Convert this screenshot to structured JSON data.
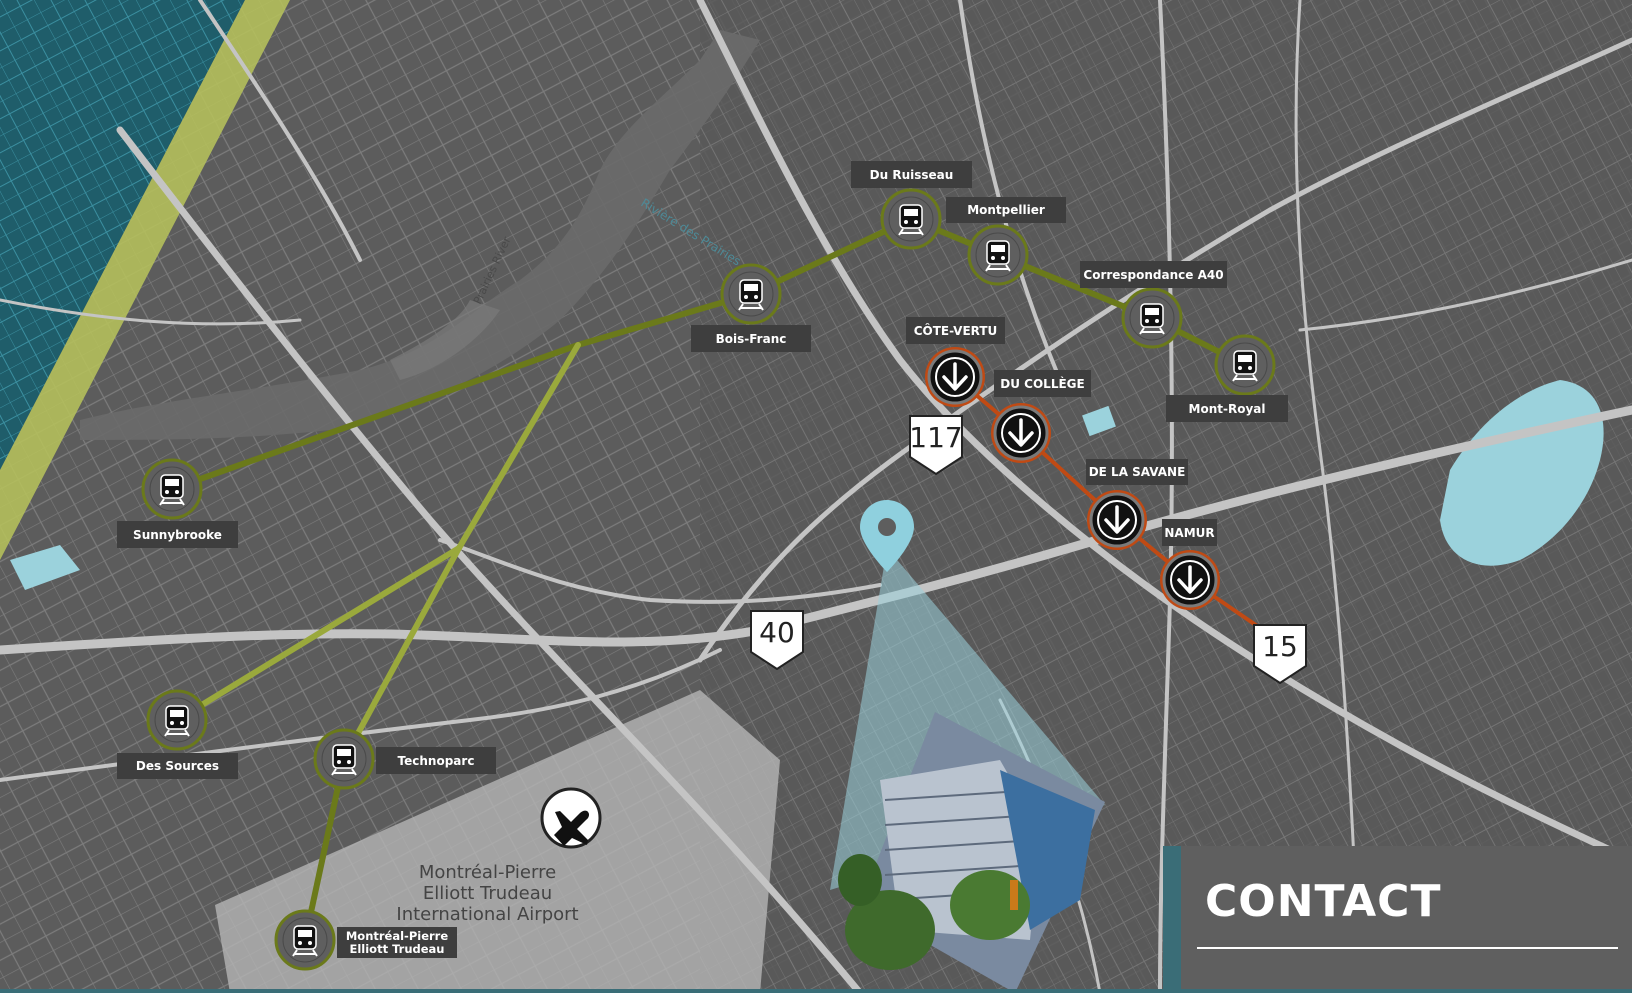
{
  "map": {
    "colors": {
      "background": "#5e5e5e",
      "roads": "#bdbdbd",
      "water": "#9bd2dc",
      "train_line": "#6b7a1a",
      "train_line_fade": "#a9b84a",
      "metro_line": "#c04a14",
      "marker": "#8fd0de",
      "highlight_blue": "#2f7f93",
      "highlight_yellow": "#c8d25a"
    },
    "river_label": "Rivière des Prairies",
    "river_label2": "Prairies River",
    "airport_name": "Montréal-Pierre Elliott Trudeau International Airport",
    "train_stations": [
      {
        "id": "du-ruisseau",
        "label": "Du Ruisseau"
      },
      {
        "id": "montpellier",
        "label": "Montpellier"
      },
      {
        "id": "bois-franc",
        "label": "Bois-Franc"
      },
      {
        "id": "correspondance-a40",
        "label": "Correspondance A40"
      },
      {
        "id": "mont-royal",
        "label": "Mont-Royal"
      },
      {
        "id": "sunnybrooke",
        "label": "Sunnybrooke"
      },
      {
        "id": "des-sources",
        "label": "Des Sources"
      },
      {
        "id": "technoparc",
        "label": "Technoparc"
      },
      {
        "id": "yul",
        "label": "Montréal-Pierre Elliott Trudeau"
      }
    ],
    "metro_stations": [
      {
        "id": "cote-vertu",
        "label": "CÔTE-VERTU"
      },
      {
        "id": "du-college",
        "label": "DU COLLÈGE"
      },
      {
        "id": "de-la-savane",
        "label": "DE LA SAVANE"
      },
      {
        "id": "namur",
        "label": "NAMUR"
      }
    ],
    "highways": [
      {
        "id": "117",
        "label": "117"
      },
      {
        "id": "40",
        "label": "40"
      },
      {
        "id": "15",
        "label": "15"
      }
    ],
    "icons": {
      "train": "train-icon",
      "metro": "metro-arrow-icon",
      "airport": "airplane-icon",
      "location": "location-pin-icon",
      "building": "building-photo"
    }
  },
  "contact": {
    "title": "CONTACT"
  }
}
